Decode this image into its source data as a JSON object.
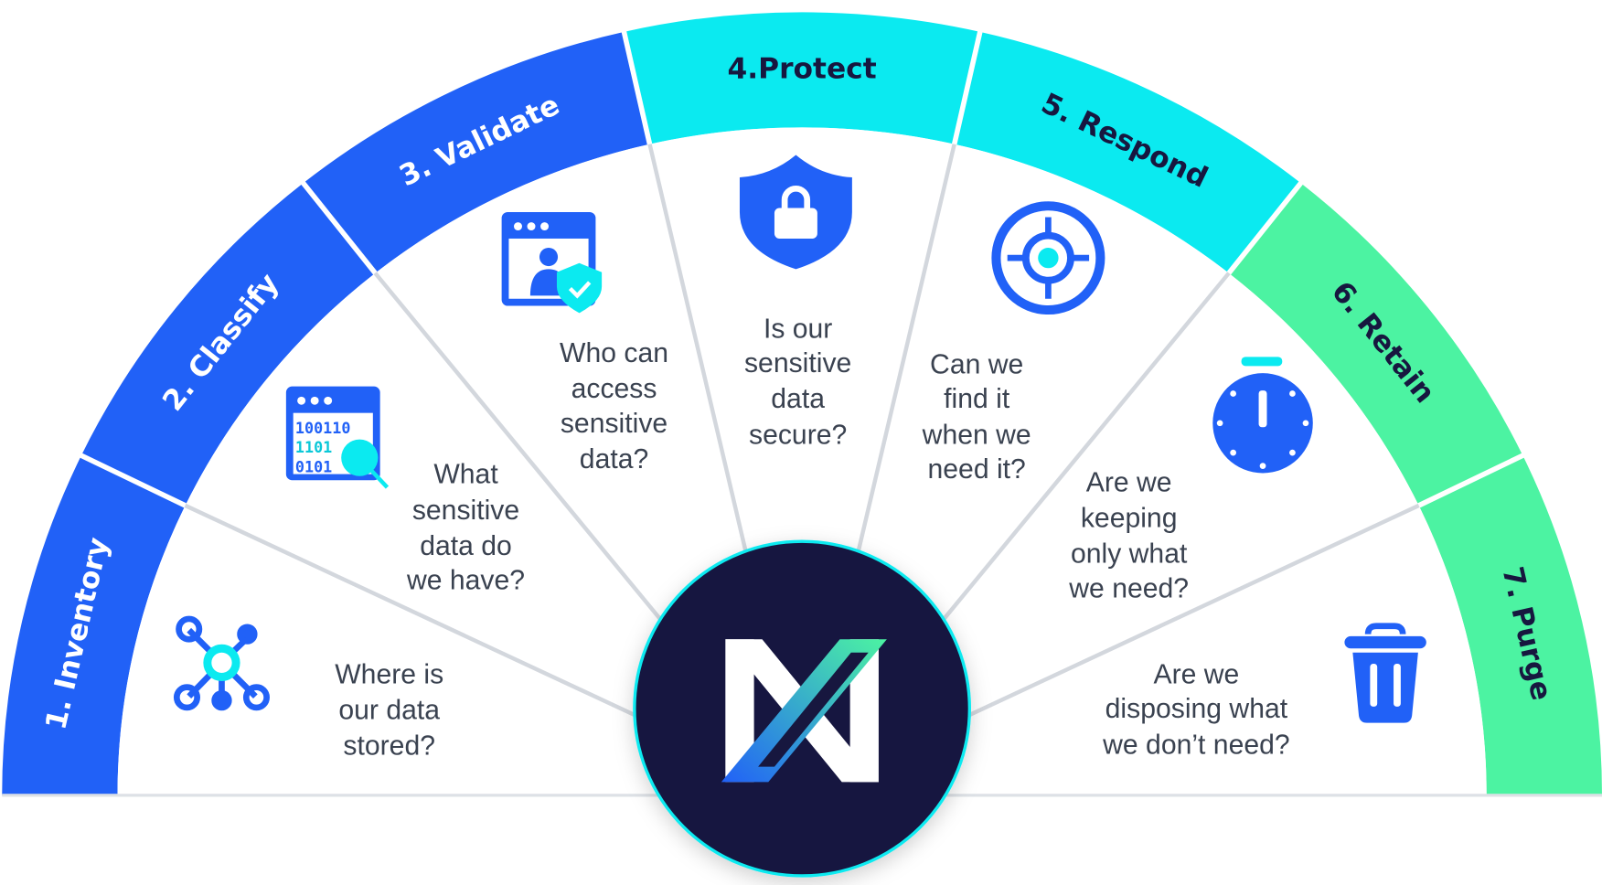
{
  "title": "Data lifecycle wheel",
  "colors": {
    "blue": "#2161f7",
    "cyan": "#0beaf0",
    "green": "#4cf3a2",
    "navy": "#17173f",
    "text": "#3a4250"
  },
  "stages": [
    {
      "label": "1. Inventory",
      "color": "#2161f7",
      "label_color": "#ffffff",
      "icon": "network-nodes-icon",
      "question": [
        "Where is",
        "our data",
        "stored?"
      ]
    },
    {
      "label": "2. Classify",
      "color": "#2161f7",
      "label_color": "#ffffff",
      "icon": "binary-search-window-icon",
      "question": [
        "What",
        "sensitive",
        "data do",
        "we have?"
      ]
    },
    {
      "label": "3. Validate",
      "color": "#2161f7",
      "label_color": "#ffffff",
      "icon": "user-shield-window-icon",
      "question": [
        "Who can",
        "access",
        "sensitive",
        "data?"
      ]
    },
    {
      "label": "4.Protect",
      "color": "#0beaf0",
      "label_color": "#17173f",
      "icon": "shield-lock-icon",
      "question": [
        "Is our",
        "sensitive",
        "data",
        "secure?"
      ]
    },
    {
      "label": "5. Respond",
      "color": "#0beaf0",
      "label_color": "#17173f",
      "icon": "target-icon",
      "question": [
        "Can we",
        "find it",
        "when we",
        "need it?"
      ]
    },
    {
      "label": "6. Retain",
      "color": "#4cf3a2",
      "label_color": "#17173f",
      "icon": "stopwatch-icon",
      "question": [
        "Are we",
        "keeping",
        "only what",
        "we need?"
      ]
    },
    {
      "label": "7. Purge",
      "color": "#4cf3a2",
      "label_color": "#17173f",
      "icon": "trash-icon",
      "question": [
        "Are we",
        "disposing what",
        "we don’t need?"
      ]
    }
  ],
  "classify_icon_text": [
    "100110",
    "1101",
    "0101"
  ]
}
